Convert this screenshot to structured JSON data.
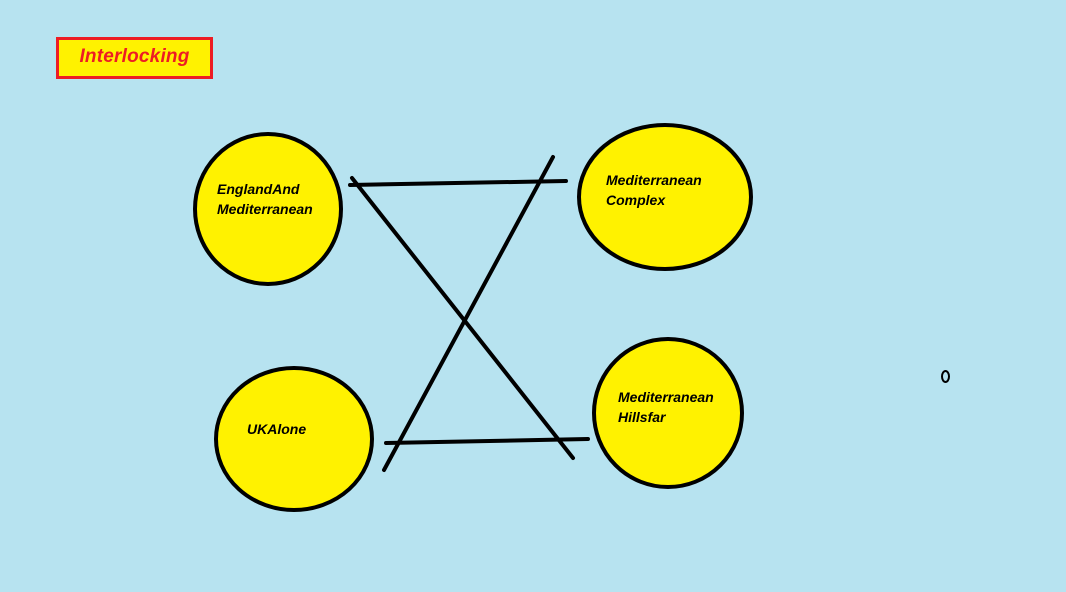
{
  "title": "Interlocking",
  "nodes": [
    {
      "id": "n1",
      "lines": [
        "EnglandAnd",
        "Mediterranean"
      ]
    },
    {
      "id": "n2",
      "lines": [
        "Mediterranean",
        "Complex"
      ]
    },
    {
      "id": "n3",
      "lines": [
        "UKAlone"
      ]
    },
    {
      "id": "n4",
      "lines": [
        "Mediterranean",
        "Hillsfar"
      ]
    }
  ],
  "colors": {
    "background": "#b7e3f0",
    "node_fill": "#fff200",
    "title_border": "#ed1c24",
    "title_text": "#ed1c24",
    "stroke": "#000000"
  }
}
